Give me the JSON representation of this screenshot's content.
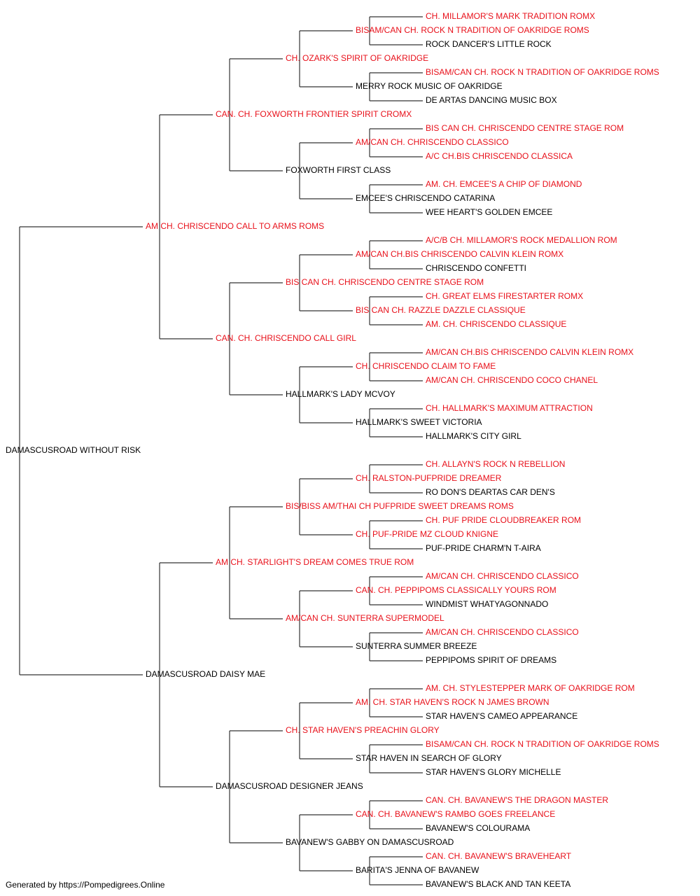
{
  "pedigree": {
    "name": "DAMASCUSROAD WITHOUT RISK",
    "champion": false,
    "sire": {
      "name": "AM CH. CHRISCENDO CALL TO ARMS ROMS",
      "champion": true,
      "sire": {
        "name": "CAN. CH. FOXWORTH FRONTIER SPIRIT CROMX",
        "champion": true,
        "sire": {
          "name": "CH. OZARK'S SPIRIT OF OAKRIDGE",
          "champion": true,
          "sire": {
            "name": "BISAM/CAN CH. ROCK N TRADITION OF OAKRIDGE ROMS",
            "champion": true,
            "sire": {
              "name": "CH. MILLAMOR'S MARK TRADITION ROMX",
              "champion": true
            },
            "dam": {
              "name": "ROCK DANCER'S LITTLE ROCK",
              "champion": false
            }
          },
          "dam": {
            "name": "MERRY ROCK MUSIC OF OAKRIDGE",
            "champion": false,
            "sire": {
              "name": "BISAM/CAN CH. ROCK N TRADITION OF OAKRIDGE ROMS",
              "champion": true
            },
            "dam": {
              "name": "DE ARTAS DANCING MUSIC BOX",
              "champion": false
            }
          }
        },
        "dam": {
          "name": "FOXWORTH FIRST CLASS",
          "champion": false,
          "sire": {
            "name": "AM/CAN CH. CHRISCENDO CLASSICO",
            "champion": true,
            "sire": {
              "name": "BIS CAN CH. CHRISCENDO CENTRE STAGE ROM",
              "champion": true
            },
            "dam": {
              "name": "A/C CH.BIS CHRISCENDO CLASSICA",
              "champion": true
            }
          },
          "dam": {
            "name": "EMCEE'S CHRISCENDO CATARINA",
            "champion": false,
            "sire": {
              "name": "AM. CH. EMCEE'S A CHIP OF DIAMOND",
              "champion": true
            },
            "dam": {
              "name": "WEE HEART'S GOLDEN EMCEE",
              "champion": false
            }
          }
        }
      },
      "dam": {
        "name": "CAN. CH. CHRISCENDO CALL GIRL",
        "champion": true,
        "sire": {
          "name": "BIS CAN CH. CHRISCENDO CENTRE STAGE ROM",
          "champion": true,
          "sire": {
            "name": "AM/CAN CH.BIS CHRISCENDO CALVIN KLEIN ROMX",
            "champion": true,
            "sire": {
              "name": "A/C/B CH. MILLAMOR'S ROCK MEDALLION ROM",
              "champion": true
            },
            "dam": {
              "name": "CHRISCENDO CONFETTI",
              "champion": false
            }
          },
          "dam": {
            "name": "BIS CAN CH. RAZZLE DAZZLE CLASSIQUE",
            "champion": true,
            "sire": {
              "name": "CH. GREAT ELMS FIRESTARTER ROMX",
              "champion": true
            },
            "dam": {
              "name": "AM. CH. CHRISCENDO CLASSIQUE",
              "champion": true
            }
          }
        },
        "dam": {
          "name": "HALLMARK'S LADY MCVOY",
          "champion": false,
          "sire": {
            "name": "CH. CHRISCENDO CLAIM TO FAME",
            "champion": true,
            "sire": {
              "name": "AM/CAN CH.BIS CHRISCENDO CALVIN KLEIN ROMX",
              "champion": true
            },
            "dam": {
              "name": "AM/CAN CH. CHRISCENDO COCO CHANEL",
              "champion": true
            }
          },
          "dam": {
            "name": "HALLMARK'S SWEET VICTORIA",
            "champion": false,
            "sire": {
              "name": "CH. HALLMARK'S MAXIMUM ATTRACTION",
              "champion": true
            },
            "dam": {
              "name": "HALLMARK'S CITY GIRL",
              "champion": false
            }
          }
        }
      }
    },
    "dam": {
      "name": "DAMASCUSROAD DAISY MAE",
      "champion": false,
      "sire": {
        "name": "AM CH. STARLIGHT'S DREAM COMES TRUE ROM",
        "champion": true,
        "sire": {
          "name": "BIS/BISS AM/THAI CH PUFPRIDE SWEET DREAMS ROMS",
          "champion": true,
          "sire": {
            "name": "CH. RALSTON-PUFPRIDE DREAMER",
            "champion": true,
            "sire": {
              "name": "CH. ALLAYN'S ROCK N REBELLION",
              "champion": true
            },
            "dam": {
              "name": "RO DON'S DEARTAS CAR DEN'S",
              "champion": false
            }
          },
          "dam": {
            "name": "CH. PUF-PRIDE MZ CLOUD KNIGNE",
            "champion": true,
            "sire": {
              "name": "CH. PUF PRIDE CLOUDBREAKER ROM",
              "champion": true
            },
            "dam": {
              "name": "PUF-PRIDE CHARM'N T-AIRA",
              "champion": false
            }
          }
        },
        "dam": {
          "name": "AM/CAN CH. SUNTERRA SUPERMODEL",
          "champion": true,
          "sire": {
            "name": "CAN. CH. PEPPIPOMS CLASSICALLY YOURS ROM",
            "champion": true,
            "sire": {
              "name": "AM/CAN CH. CHRISCENDO CLASSICO",
              "champion": true
            },
            "dam": {
              "name": "WINDMIST WHATYAGONNADO",
              "champion": false
            }
          },
          "dam": {
            "name": "SUNTERRA SUMMER BREEZE",
            "champion": false,
            "sire": {
              "name": "AM/CAN CH. CHRISCENDO CLASSICO",
              "champion": true
            },
            "dam": {
              "name": "PEPPIPOMS SPIRIT OF DREAMS",
              "champion": false
            }
          }
        }
      },
      "dam": {
        "name": "DAMASCUSROAD DESIGNER JEANS",
        "champion": false,
        "sire": {
          "name": "CH. STAR HAVEN'S PREACHIN GLORY",
          "champion": true,
          "sire": {
            "name": "AM. CH. STAR HAVEN'S ROCK N JAMES BROWN",
            "champion": true,
            "sire": {
              "name": "AM. CH. STYLESTEPPER MARK OF OAKRIDGE ROM",
              "champion": true
            },
            "dam": {
              "name": "STAR HAVEN'S CAMEO APPEARANCE",
              "champion": false
            }
          },
          "dam": {
            "name": "STAR HAVEN IN SEARCH OF GLORY",
            "champion": false,
            "sire": {
              "name": "BISAM/CAN CH. ROCK N TRADITION OF OAKRIDGE ROMS",
              "champion": true
            },
            "dam": {
              "name": "STAR HAVEN'S GLORY MICHELLE",
              "champion": false
            }
          }
        },
        "dam": {
          "name": "BAVANEW'S GABBY ON DAMASCUSROAD",
          "champion": false,
          "sire": {
            "name": "CAN. CH. BAVANEW'S RAMBO GOES FREELANCE",
            "champion": true,
            "sire": {
              "name": "CAN. CH. BAVANEW'S THE DRAGON MASTER",
              "champion": true
            },
            "dam": {
              "name": "BAVANEW'S COLOURAMA",
              "champion": false
            }
          },
          "dam": {
            "name": "BARITA'S JENNA OF BAVANEW",
            "champion": false,
            "sire": {
              "name": "CAN. CH. BAVANEW'S BRAVEHEART",
              "champion": true
            },
            "dam": {
              "name": "BAVANEW'S BLACK AND TAN KEETA",
              "champion": false
            }
          }
        }
      }
    }
  },
  "footer": "Generated by https://Pompedigrees.Online",
  "colors": {
    "champion": "#e8101a",
    "regular": "#000000",
    "line": "#333333"
  }
}
